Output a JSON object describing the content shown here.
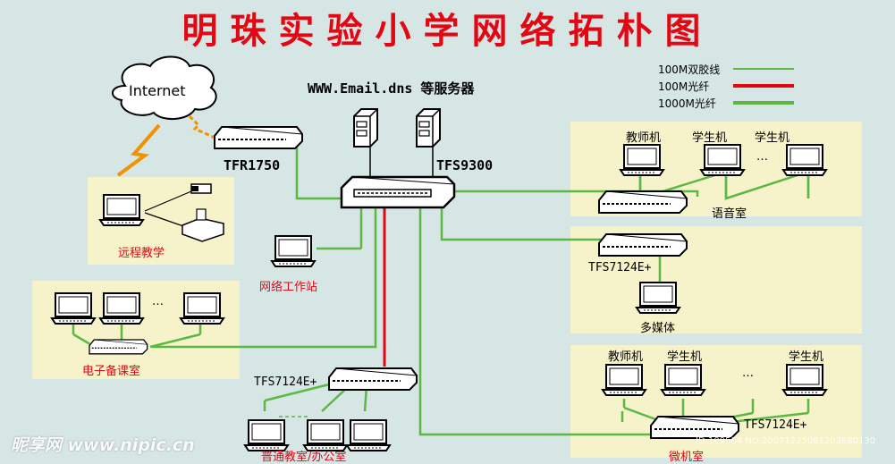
{
  "title": "明珠实验小学网络拓朴图",
  "nodes": {
    "internet": "Internet",
    "servers": "WWW.Email.dns 等服务器",
    "router": "TFR1750",
    "core_switch": "TFS9300",
    "remote": "远程教学",
    "workstation": "网络工作站",
    "lesson_prep": "电子备课室",
    "switch_mid": "TFS7124E+",
    "regular": "普通教室/办公室",
    "teacher": "教师机",
    "student": "学生机",
    "ellipsis": "…",
    "language_lab": "语音室",
    "multimedia_switch": "TFS7124E+",
    "multimedia": "多媒体",
    "micro_switch": "TFS7124E+",
    "micro_lab": "微机室"
  },
  "legend": [
    {
      "label": "100M双胶线",
      "color": "#5cb845"
    },
    {
      "label": "100M光纤",
      "color": "#e30613"
    },
    {
      "label": "1000M光纤",
      "color": "#5cb845"
    }
  ],
  "colors": {
    "background": "#d6e6e4",
    "panel": "#f6f2c9",
    "title": "#e30613",
    "link": "#5cb845",
    "fiber": "#e30613",
    "wireless": "#f39200"
  },
  "watermark": {
    "site": "昵享网 www.nipic.cn",
    "id": "ID:109584 NO:20071225081203680130"
  }
}
